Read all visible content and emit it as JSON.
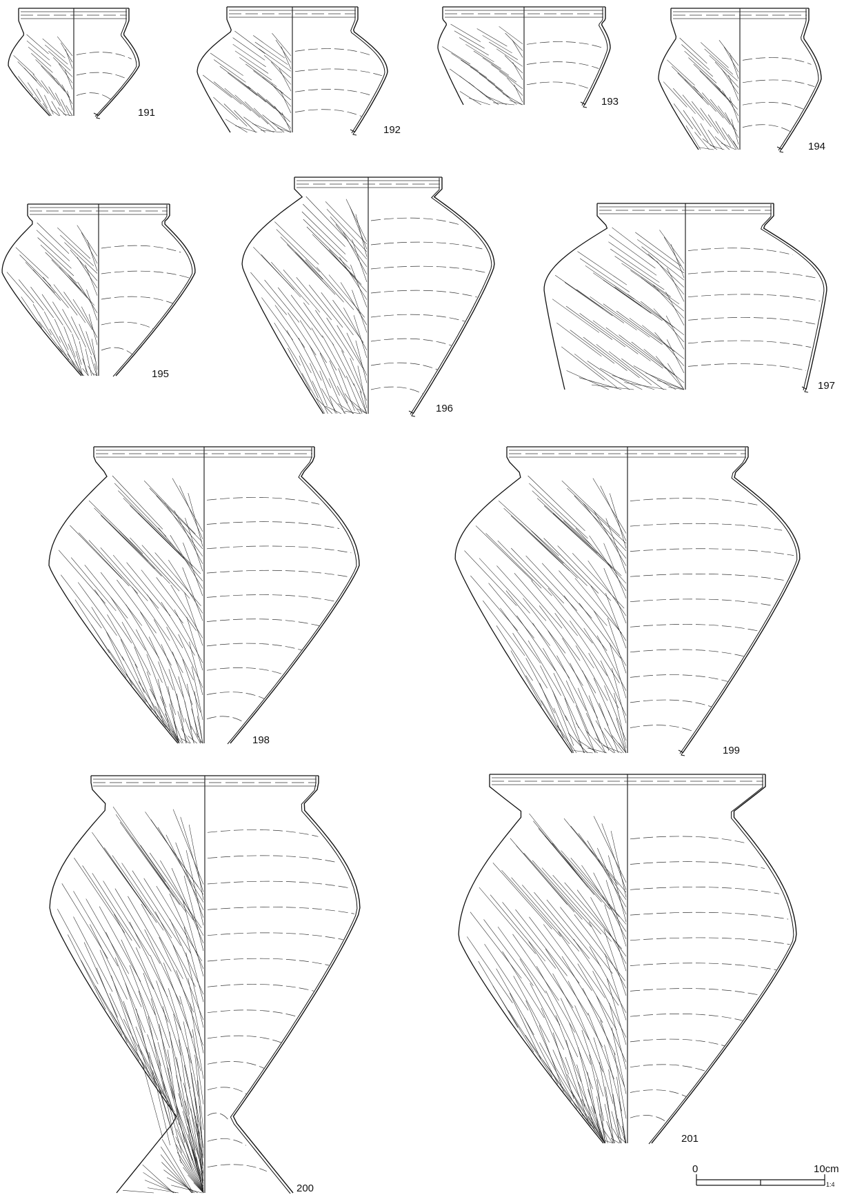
{
  "figure": {
    "vessels": [
      {
        "number": "191"
      },
      {
        "number": "192"
      },
      {
        "number": "193"
      },
      {
        "number": "194"
      },
      {
        "number": "195"
      },
      {
        "number": "196"
      },
      {
        "number": "197"
      },
      {
        "number": "198"
      },
      {
        "number": "199"
      },
      {
        "number": "200"
      },
      {
        "number": "201"
      }
    ],
    "scale_bar": {
      "start_label": "0",
      "end_label": "10cm",
      "ratio_label": "1:4"
    }
  }
}
